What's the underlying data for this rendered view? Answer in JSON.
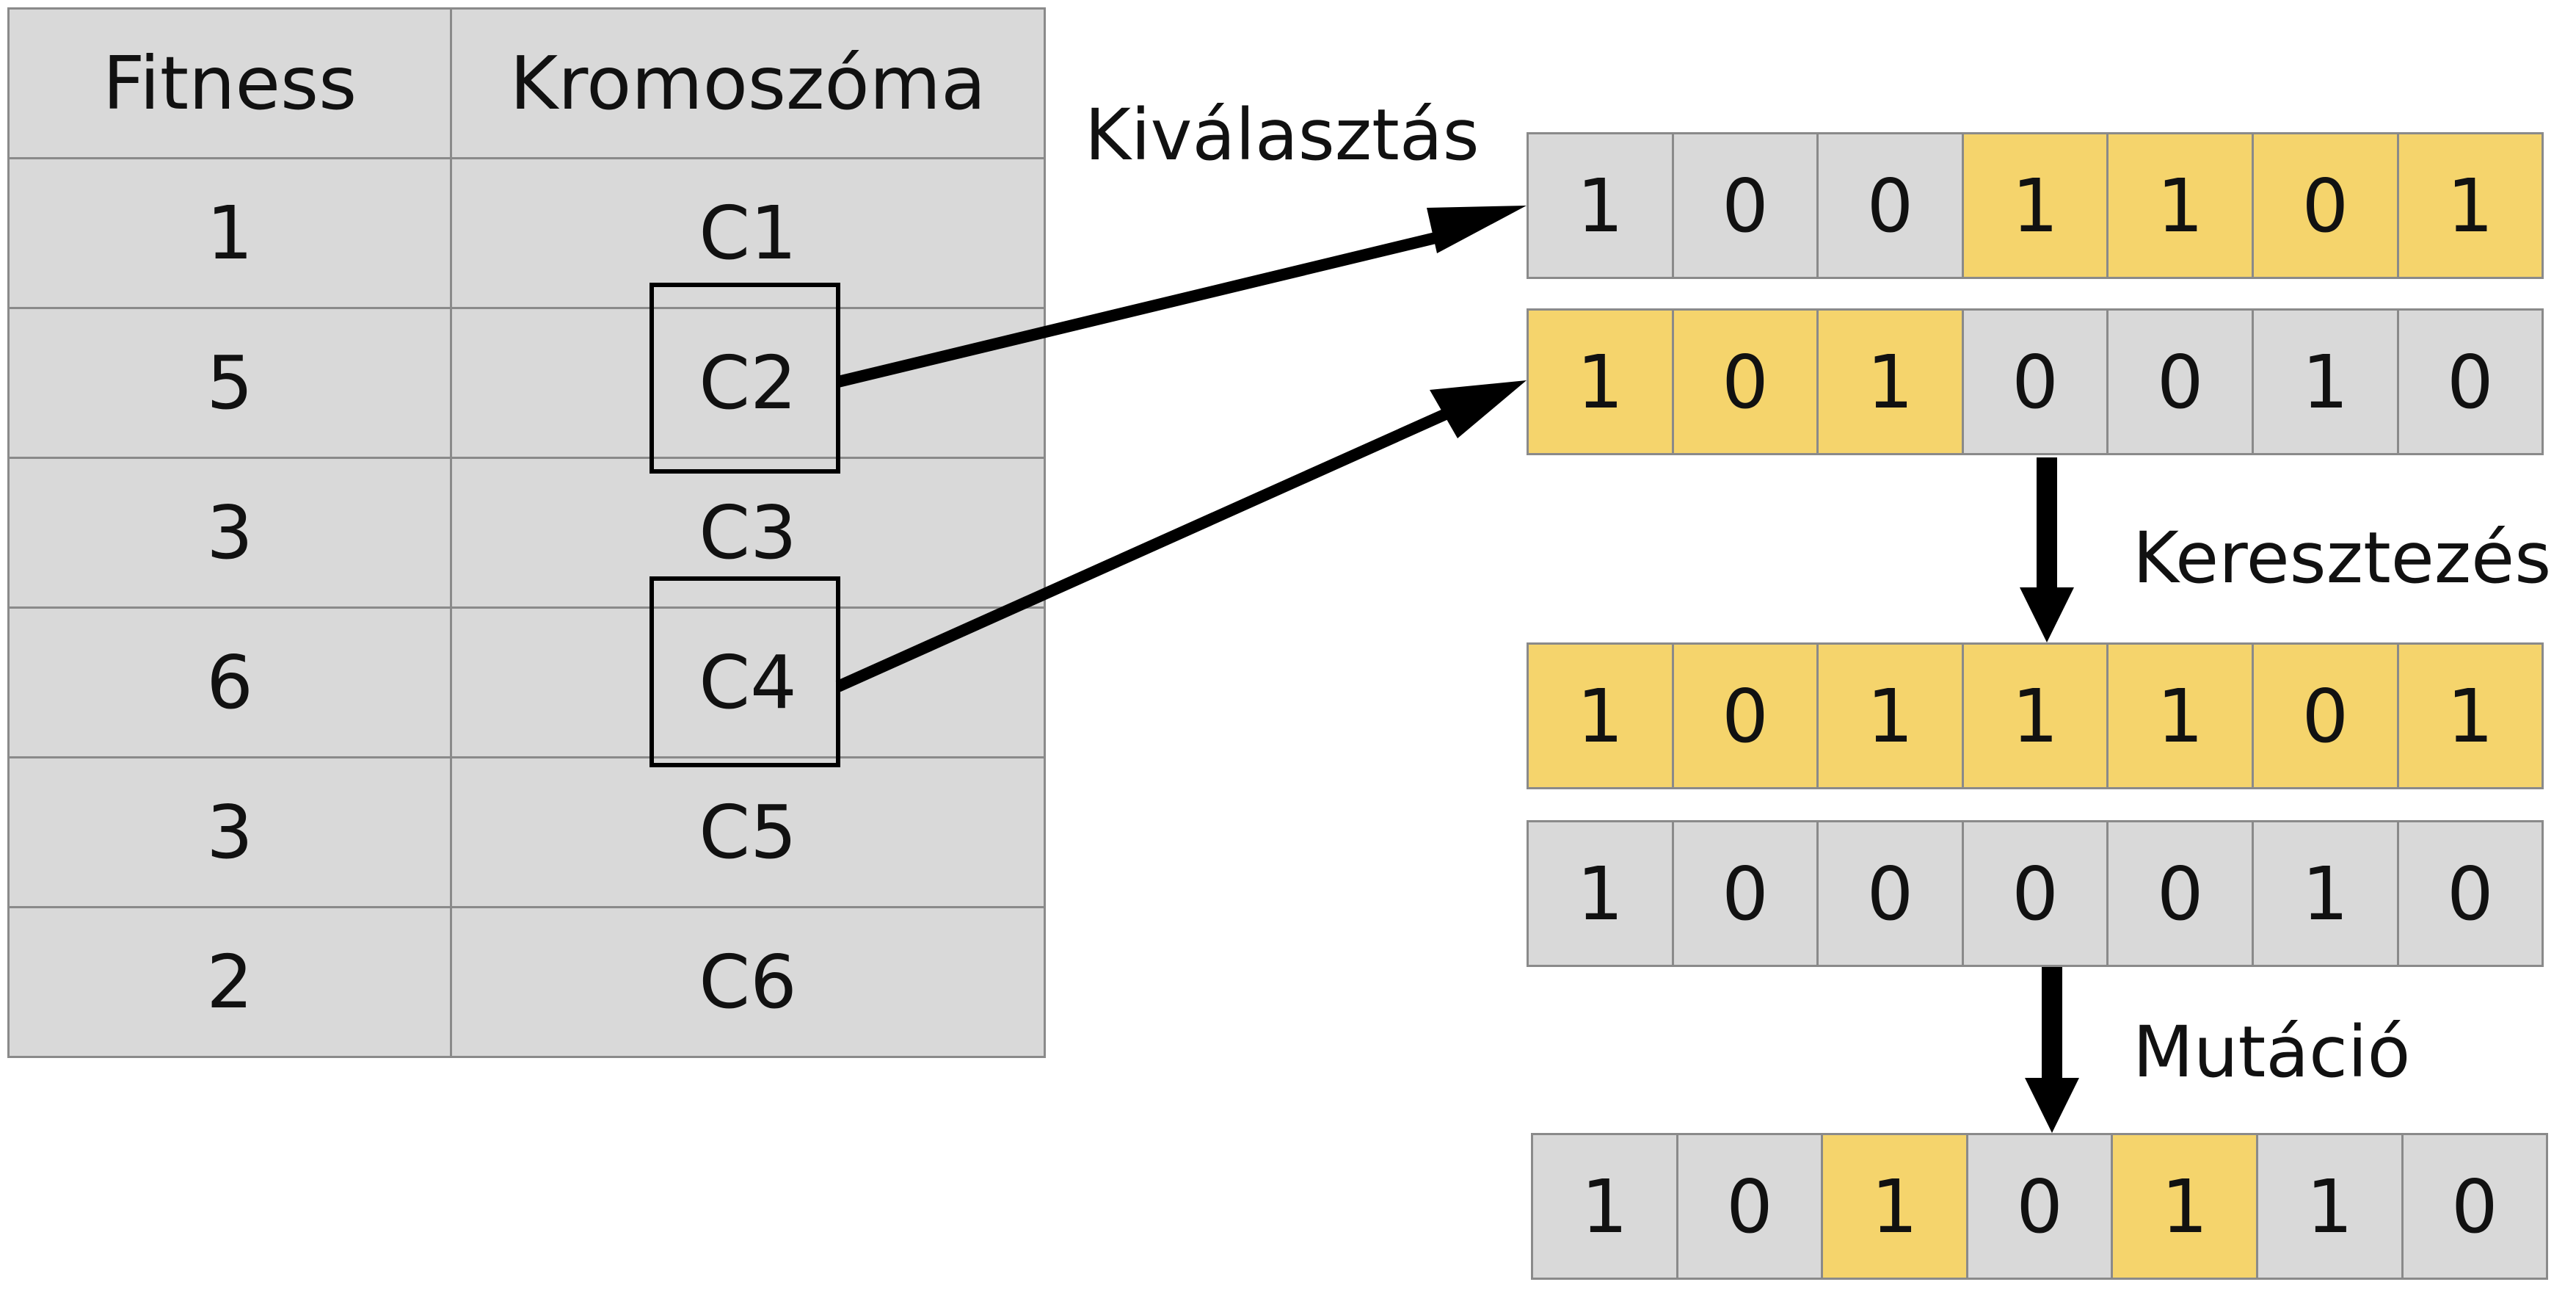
{
  "table": {
    "headers": [
      "Fitness",
      "Kromoszóma"
    ],
    "rows": [
      {
        "fitness": "1",
        "chromosome": "C1",
        "selected": false
      },
      {
        "fitness": "5",
        "chromosome": "C2",
        "selected": true
      },
      {
        "fitness": "3",
        "chromosome": "C3",
        "selected": false
      },
      {
        "fitness": "6",
        "chromosome": "C4",
        "selected": true
      },
      {
        "fitness": "3",
        "chromosome": "C5",
        "selected": false
      },
      {
        "fitness": "2",
        "chromosome": "C6",
        "selected": false
      }
    ]
  },
  "labels": {
    "selection": "Kiválasztás",
    "crossover": "Keresztezés",
    "mutation": "Mutáció"
  },
  "colors": {
    "cell_gray": "#d9d9d9",
    "cell_highlight": "#f5d46c",
    "border": "#8a8a8a",
    "arrow": "#000000"
  },
  "chromosomes": {
    "parent_a": {
      "genes": [
        "1",
        "0",
        "0",
        "1",
        "1",
        "0",
        "1"
      ],
      "highlight": [
        false,
        false,
        false,
        true,
        true,
        true,
        true
      ]
    },
    "parent_b": {
      "genes": [
        "1",
        "0",
        "1",
        "0",
        "0",
        "1",
        "0"
      ],
      "highlight": [
        true,
        true,
        true,
        false,
        false,
        false,
        false
      ]
    },
    "offspring_a": {
      "genes": [
        "1",
        "0",
        "1",
        "1",
        "1",
        "0",
        "1"
      ],
      "highlight": [
        true,
        true,
        true,
        true,
        true,
        true,
        true
      ]
    },
    "offspring_b": {
      "genes": [
        "1",
        "0",
        "0",
        "0",
        "0",
        "1",
        "0"
      ],
      "highlight": [
        false,
        false,
        false,
        false,
        false,
        false,
        false
      ]
    },
    "mutated": {
      "genes": [
        "1",
        "0",
        "1",
        "0",
        "1",
        "1",
        "0"
      ],
      "highlight": [
        false,
        false,
        true,
        false,
        true,
        false,
        false
      ]
    }
  }
}
